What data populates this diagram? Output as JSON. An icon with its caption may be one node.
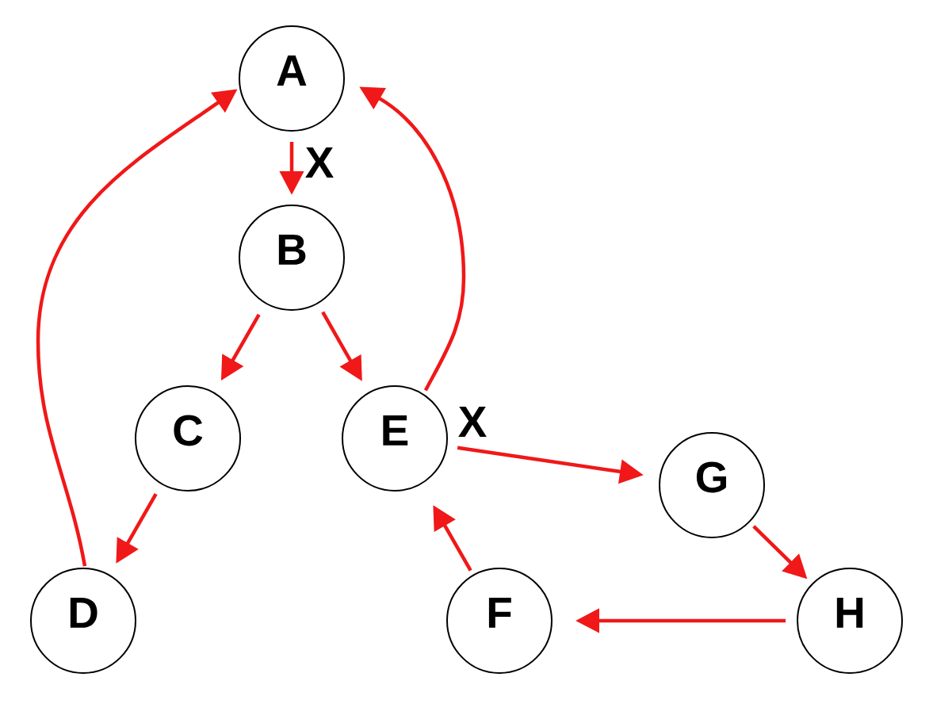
{
  "diagram": {
    "nodes": [
      {
        "text": [
          "A"
        ]
      },
      {
        "text": [
          "B"
        ]
      },
      {
        "text": [
          "C"
        ]
      },
      {
        "text": [
          "E"
        ]
      },
      {
        "text": [
          "G"
        ]
      },
      {
        "text": [
          "D"
        ]
      },
      {
        "text": [
          "F"
        ]
      },
      {
        "text": [
          "H"
        ]
      }
    ],
    "edges": [
      {
        "from": 0,
        "to": 1,
        "arrow": "to",
        "label": "X"
      },
      {
        "from": 1,
        "to": 2,
        "arrow": "to"
      },
      {
        "from": 1,
        "to": 3,
        "arrow": "to"
      },
      {
        "from": 2,
        "to": 5,
        "arrow": "to"
      },
      {
        "from": 5,
        "to": 0,
        "arrow": "to"
      },
      {
        "from": 3,
        "to": 0,
        "arrow": "to"
      },
      {
        "from": 3,
        "to": 4,
        "arrow": "to",
        "label": "X"
      },
      {
        "from": 4,
        "to": 7,
        "arrow": "to"
      },
      {
        "from": 7,
        "to": 6,
        "arrow": "to"
      },
      {
        "from": 6,
        "to": 3,
        "arrow": "to"
      }
    ]
  }
}
